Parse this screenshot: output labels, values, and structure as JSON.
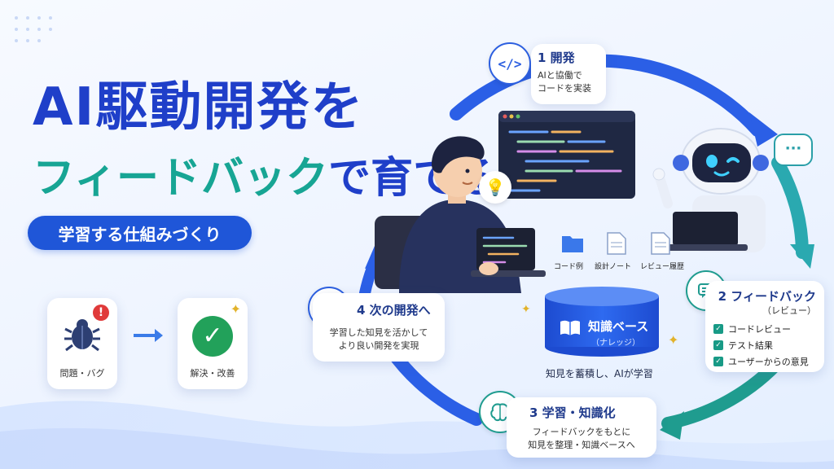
{
  "title": {
    "line1": "AI駆動開発を",
    "line2_colored": "フィードバック",
    "line2_rest": "で育てる"
  },
  "subtitle_pill": "学習する仕組みづくり",
  "before_after": {
    "problem_label": "問題・バグ",
    "solution_label": "解決・改善"
  },
  "steps": [
    {
      "number_title": "1 開発",
      "desc": [
        "AIと協働で",
        "コードを実装"
      ]
    },
    {
      "number_title": "2 フィードバック",
      "sub": "（レビュー）",
      "checks": [
        "コードレビュー",
        "テスト結果",
        "ユーザーからの意見"
      ]
    },
    {
      "number_title": "3 学習・知識化",
      "desc": [
        "フィードバックをもとに",
        "知見を整理・知識ベースへ"
      ]
    },
    {
      "number_title": "4 次の開発へ",
      "desc": [
        "学習した知見を活かして",
        "より良い開発を実現"
      ]
    }
  ],
  "knowledge": {
    "docs": [
      "コード例",
      "設計ノート",
      "レビュー履歴"
    ],
    "title": "知識ベース",
    "sub": "（ナレッジ）",
    "caption": "知見を蓄積し、AIが学習"
  },
  "colors": {
    "primary": "#1f3fc9",
    "accent_teal": "#17a594",
    "pill": "#1f56d8"
  }
}
